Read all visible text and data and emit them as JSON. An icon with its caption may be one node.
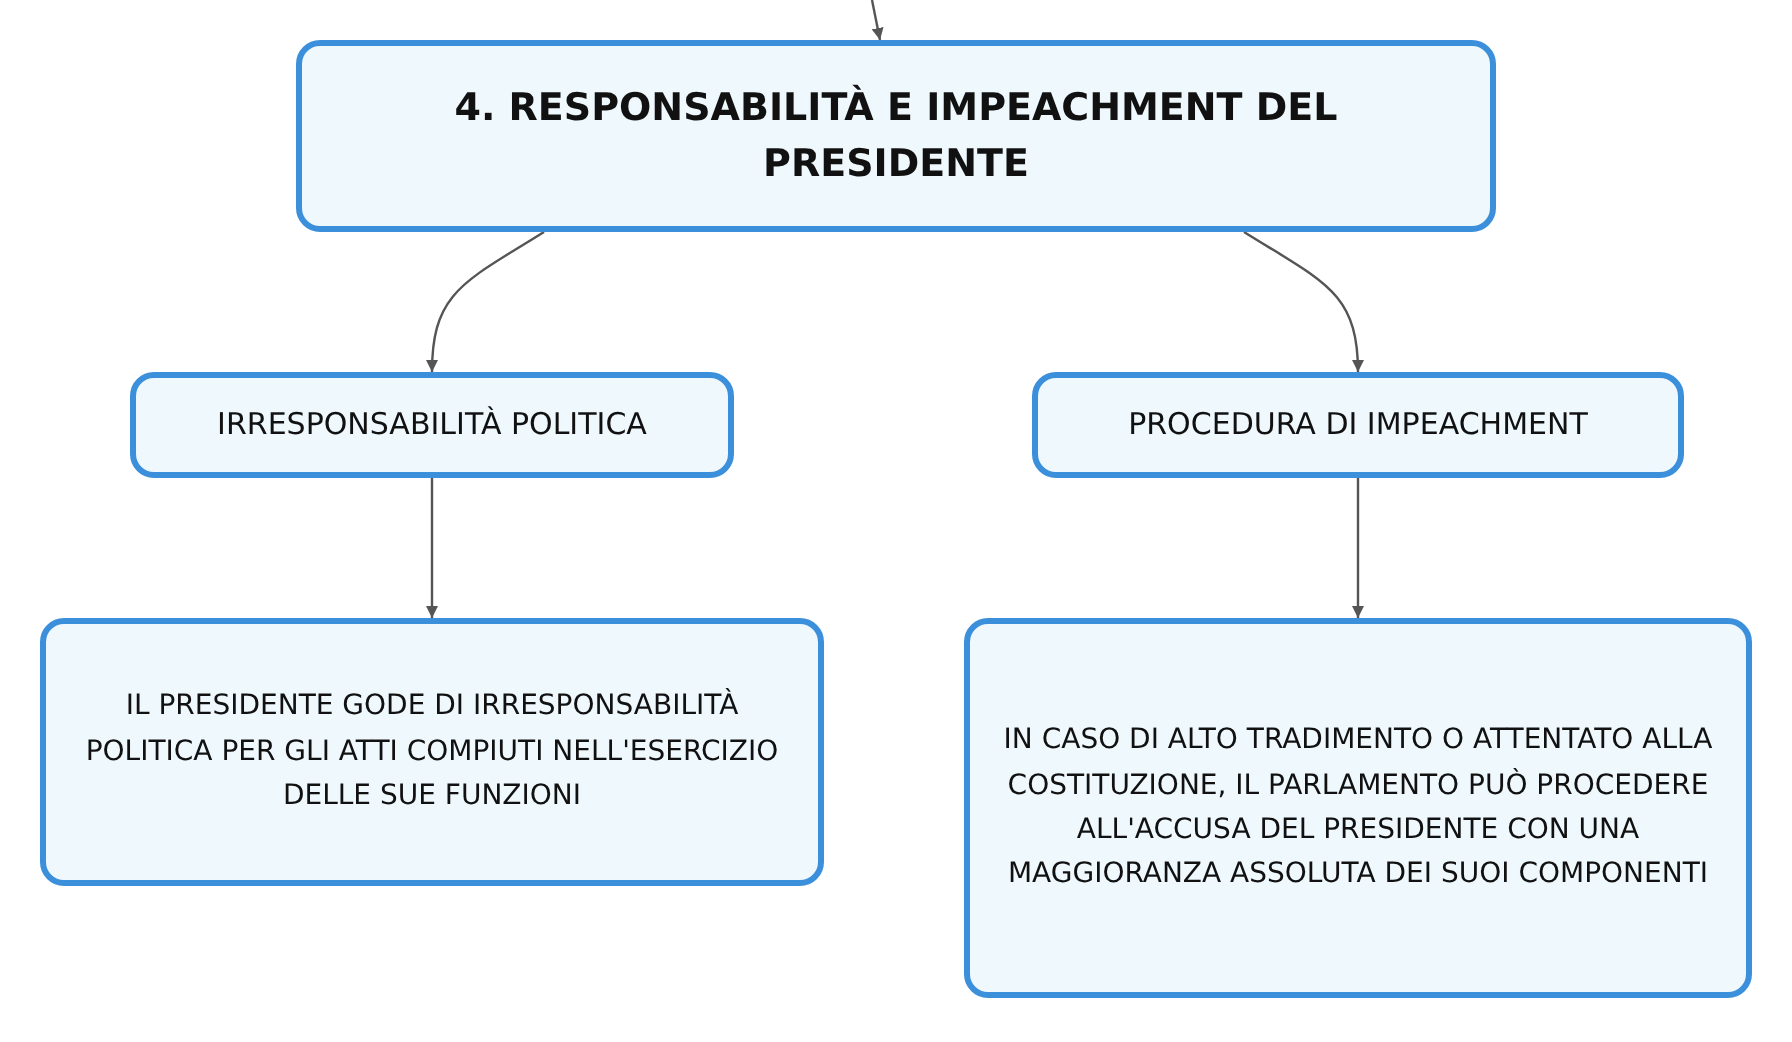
{
  "diagram": {
    "nodes": [
      {
        "text": [
          "4. RESPONSABILITÀ E IMPEACHMENT DEL PRESIDENTE"
        ]
      },
      {
        "text": [
          "IRRESPONSABILITÀ POLITICA"
        ]
      },
      {
        "text": [
          "PROCEDURA DI IMPEACHMENT"
        ]
      },
      {
        "text": [
          "IL PRESIDENTE GODE DI IRRESPONSABILITÀ POLITICA PER GLI ATTI COMPIUTI NELL'ESERCIZIO DELLE SUE FUNZIONI"
        ]
      },
      {
        "text": [
          "IN CASO DI ALTO TRADIMENTO O ATTENTATO ALLA COSTITUZIONE, IL PARLAMENTO PUÒ PROCEDERE ALL'ACCUSA DEL PRESIDENTE CON UNA MAGGIORANZA ASSOLUTA DEI SUOI COMPONENTI"
        ]
      }
    ],
    "edges": [
      {
        "from": null,
        "to": 0,
        "arrow": "to"
      },
      {
        "from": 0,
        "to": 1,
        "arrow": "to"
      },
      {
        "from": 0,
        "to": 2,
        "arrow": "to"
      },
      {
        "from": 1,
        "to": 3,
        "arrow": "to"
      },
      {
        "from": 2,
        "to": 4,
        "arrow": "to"
      }
    ]
  }
}
